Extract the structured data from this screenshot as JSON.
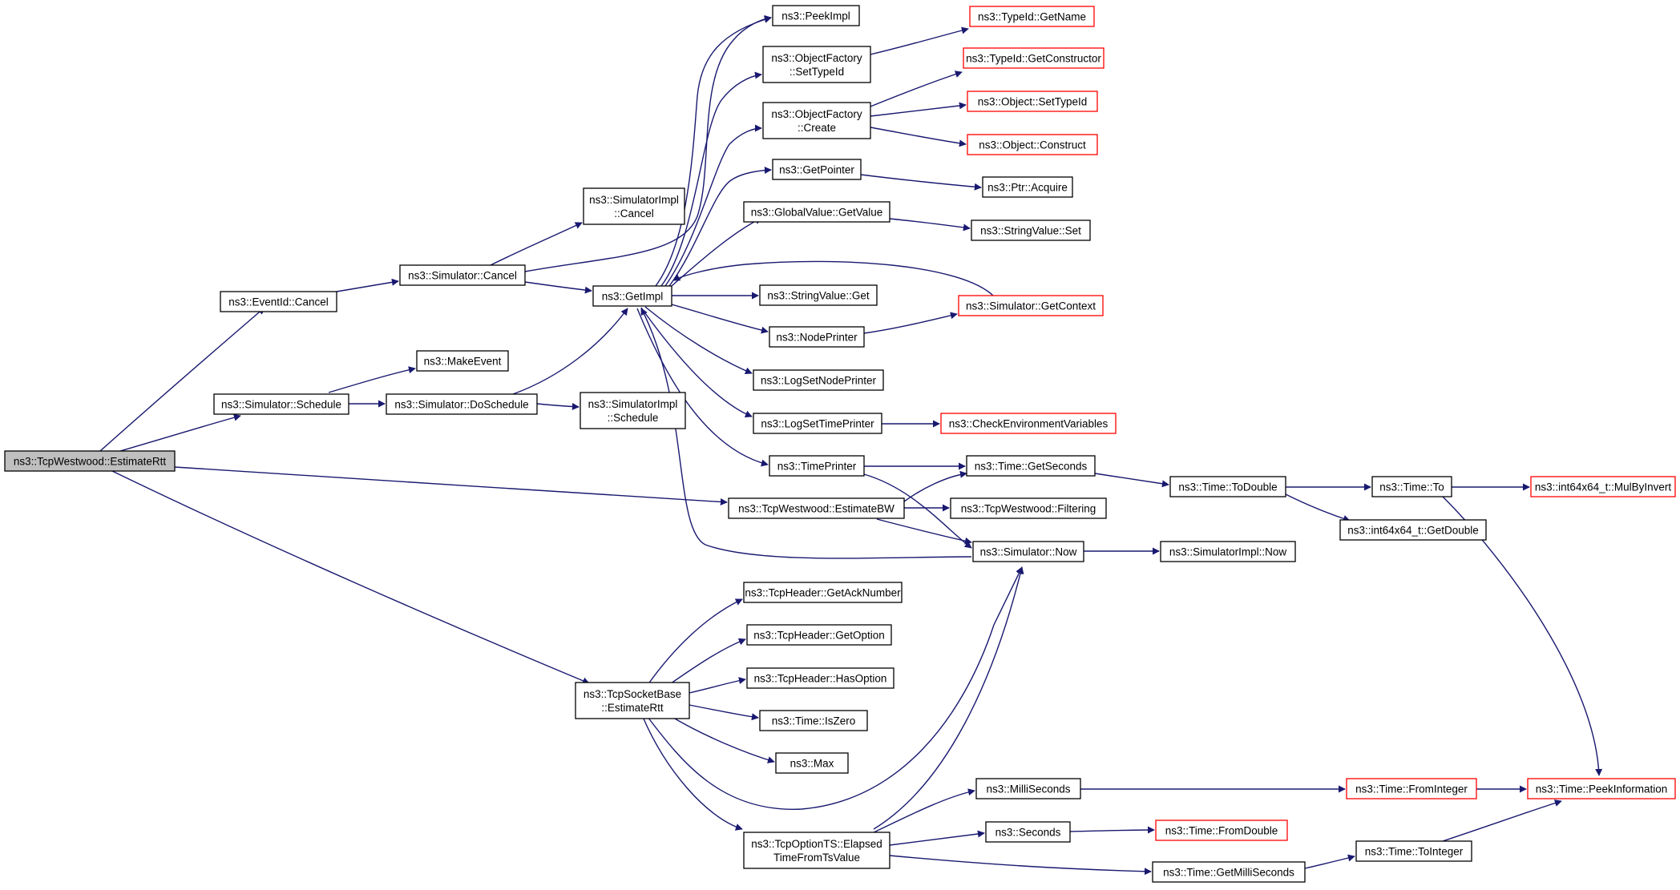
{
  "colors": {
    "edge": "#191970",
    "box": "#000000",
    "incomplete_box": "#ff0000",
    "root_fill": "#bfbfbf"
  },
  "nodes": {
    "n_root": {
      "label": [
        "ns3::TcpWestwood::EstimateRtt"
      ],
      "kind": "root"
    },
    "n_eventid_cancel": {
      "label": [
        "ns3::EventId::Cancel"
      ],
      "kind": "normal"
    },
    "n_sim_cancel": {
      "label": [
        "ns3::Simulator::Cancel"
      ],
      "kind": "normal"
    },
    "n_simimpl_cancel": {
      "label": [
        "ns3::SimulatorImpl",
        "::Cancel"
      ],
      "kind": "normal"
    },
    "n_getimpl": {
      "label": [
        "ns3::GetImpl"
      ],
      "kind": "normal"
    },
    "n_peekimpl": {
      "label": [
        "ns3::PeekImpl"
      ],
      "kind": "normal"
    },
    "n_of_settypeid": {
      "label": [
        "ns3::ObjectFactory",
        "::SetTypeId"
      ],
      "kind": "normal"
    },
    "n_of_create": {
      "label": [
        "ns3::ObjectFactory",
        "::Create"
      ],
      "kind": "normal"
    },
    "n_typeid_getname": {
      "label": [
        "ns3::TypeId::GetName"
      ],
      "kind": "red"
    },
    "n_typeid_getctor": {
      "label": [
        "ns3::TypeId::GetConstructor"
      ],
      "kind": "red"
    },
    "n_object_settypeid": {
      "label": [
        "ns3::Object::SetTypeId"
      ],
      "kind": "red"
    },
    "n_object_construct": {
      "label": [
        "ns3::Object::Construct"
      ],
      "kind": "red"
    },
    "n_getpointer": {
      "label": [
        "ns3::GetPointer"
      ],
      "kind": "normal"
    },
    "n_ptr_acquire": {
      "label": [
        "ns3::Ptr::Acquire"
      ],
      "kind": "normal"
    },
    "n_gv_getvalue": {
      "label": [
        "ns3::GlobalValue::GetValue"
      ],
      "kind": "normal"
    },
    "n_sv_set": {
      "label": [
        "ns3::StringValue::Set"
      ],
      "kind": "normal"
    },
    "n_sv_get": {
      "label": [
        "ns3::StringValue::Get"
      ],
      "kind": "normal"
    },
    "n_nodeprinter": {
      "label": [
        "ns3::NodePrinter"
      ],
      "kind": "normal"
    },
    "n_sim_getcontext": {
      "label": [
        "ns3::Simulator::GetContext"
      ],
      "kind": "red"
    },
    "n_logsetnodeprinter": {
      "label": [
        "ns3::LogSetNodePrinter"
      ],
      "kind": "normal"
    },
    "n_logsettimeprinter": {
      "label": [
        "ns3::LogSetTimePrinter"
      ],
      "kind": "normal"
    },
    "n_checkenv": {
      "label": [
        "ns3::CheckEnvironmentVariables"
      ],
      "kind": "red"
    },
    "n_timeprinter": {
      "label": [
        "ns3::TimePrinter"
      ],
      "kind": "normal"
    },
    "n_time_getseconds": {
      "label": [
        "ns3::Time::GetSeconds"
      ],
      "kind": "normal"
    },
    "n_time_todouble": {
      "label": [
        "ns3::Time::ToDouble"
      ],
      "kind": "normal"
    },
    "n_time_to": {
      "label": [
        "ns3::Time::To"
      ],
      "kind": "normal"
    },
    "n_mulbyinvert": {
      "label": [
        "ns3::int64x64_t::MulByInvert"
      ],
      "kind": "red"
    },
    "n_getdouble": {
      "label": [
        "ns3::int64x64_t::GetDouble"
      ],
      "kind": "normal"
    },
    "n_sim_schedule": {
      "label": [
        "ns3::Simulator::Schedule"
      ],
      "kind": "normal"
    },
    "n_makeevent": {
      "label": [
        "ns3::MakeEvent"
      ],
      "kind": "normal"
    },
    "n_sim_doschedule": {
      "label": [
        "ns3::Simulator::DoSchedule"
      ],
      "kind": "normal"
    },
    "n_simimpl_schedule": {
      "label": [
        "ns3::SimulatorImpl",
        "::Schedule"
      ],
      "kind": "normal"
    },
    "n_tw_estimatebw": {
      "label": [
        "ns3::TcpWestwood::EstimateBW"
      ],
      "kind": "normal"
    },
    "n_tw_filtering": {
      "label": [
        "ns3::TcpWestwood::Filtering"
      ],
      "kind": "normal"
    },
    "n_sim_now": {
      "label": [
        "ns3::Simulator::Now"
      ],
      "kind": "normal"
    },
    "n_simimpl_now": {
      "label": [
        "ns3::SimulatorImpl::Now"
      ],
      "kind": "normal"
    },
    "n_tsb_estimatertt": {
      "label": [
        "ns3::TcpSocketBase",
        "::EstimateRtt"
      ],
      "kind": "normal"
    },
    "n_th_getacknumber": {
      "label": [
        "ns3::TcpHeader::GetAckNumber"
      ],
      "kind": "normal"
    },
    "n_th_getoption": {
      "label": [
        "ns3::TcpHeader::GetOption"
      ],
      "kind": "normal"
    },
    "n_th_hasoption": {
      "label": [
        "ns3::TcpHeader::HasOption"
      ],
      "kind": "normal"
    },
    "n_time_iszero": {
      "label": [
        "ns3::Time::IsZero"
      ],
      "kind": "normal"
    },
    "n_max": {
      "label": [
        "ns3::Max"
      ],
      "kind": "normal"
    },
    "n_tots_elapsed": {
      "label": [
        "ns3::TcpOptionTS::Elapsed",
        "TimeFromTsValue"
      ],
      "kind": "normal"
    },
    "n_milliseconds": {
      "label": [
        "ns3::MilliSeconds"
      ],
      "kind": "normal"
    },
    "n_seconds": {
      "label": [
        "ns3::Seconds"
      ],
      "kind": "normal"
    },
    "n_time_frominteger": {
      "label": [
        "ns3::Time::FromInteger"
      ],
      "kind": "red"
    },
    "n_time_fromdouble": {
      "label": [
        "ns3::Time::FromDouble"
      ],
      "kind": "red"
    },
    "n_time_peekinfo": {
      "label": [
        "ns3::Time::PeekInformation"
      ],
      "kind": "red"
    },
    "n_time_getmilliseconds": {
      "label": [
        "ns3::Time::GetMilliSeconds"
      ],
      "kind": "normal"
    },
    "n_time_tointeger": {
      "label": [
        "ns3::Time::ToInteger"
      ],
      "kind": "normal"
    }
  }
}
